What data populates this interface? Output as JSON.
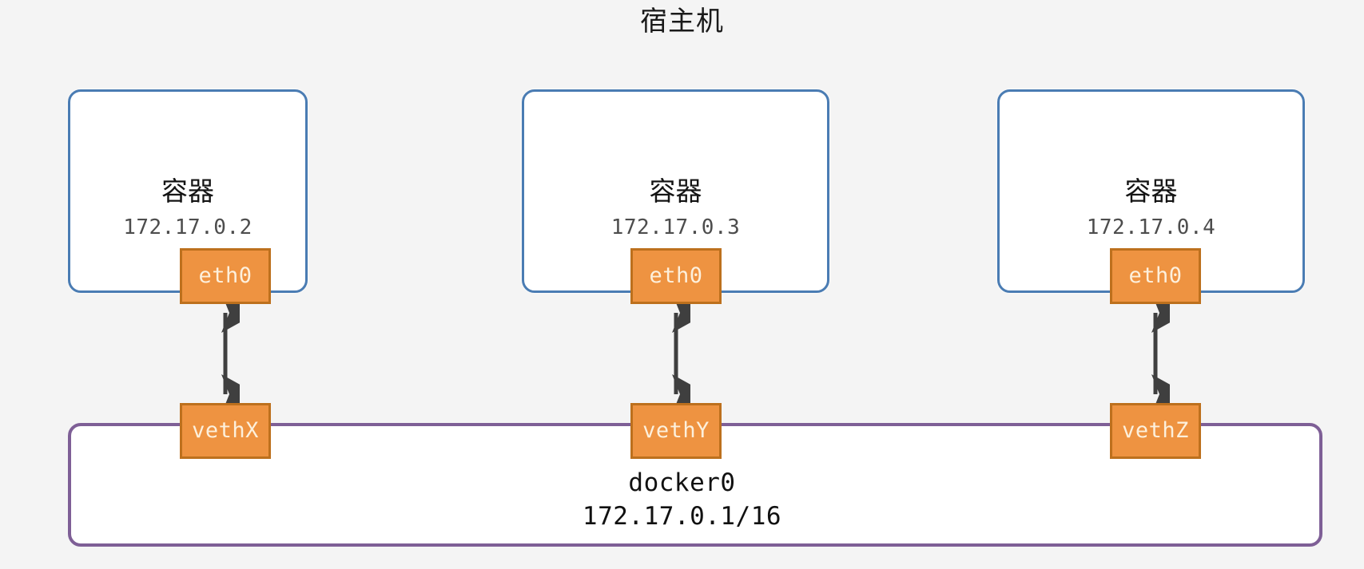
{
  "title": "宿主机",
  "containers": [
    {
      "label": "容器",
      "ip": "172.17.0.2",
      "iface": "eth0",
      "veth": "vethX"
    },
    {
      "label": "容器",
      "ip": "172.17.0.3",
      "iface": "eth0",
      "veth": "vethY"
    },
    {
      "label": "容器",
      "ip": "172.17.0.4",
      "iface": "eth0",
      "veth": "vethZ"
    }
  ],
  "bridge": {
    "name": "docker0",
    "ip": "172.17.0.1/16"
  },
  "colors": {
    "background": "#f4f4f4",
    "container_border": "#4a7cb3",
    "bridge_border": "#7e5f96",
    "iface_fill": "#ee9341",
    "iface_border": "#bd701d",
    "iface_text": "#fdf0dc",
    "arrow": "#3f3f3f",
    "text": "#111111"
  }
}
